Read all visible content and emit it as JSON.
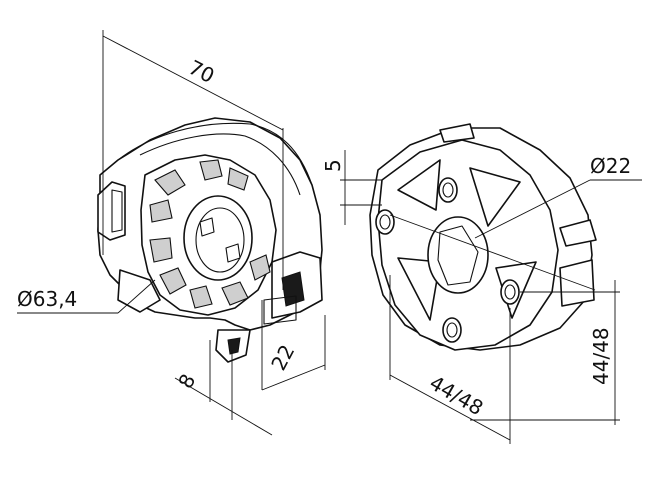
{
  "dimensions": {
    "width_70": "70",
    "diameter_63_4": "Ø63,4",
    "offset_8": "8",
    "depth_22": "22",
    "offset_5": "5",
    "bore_22": "Ø22",
    "hole_spacing_w": "44/48",
    "hole_spacing_h": "44/48"
  }
}
